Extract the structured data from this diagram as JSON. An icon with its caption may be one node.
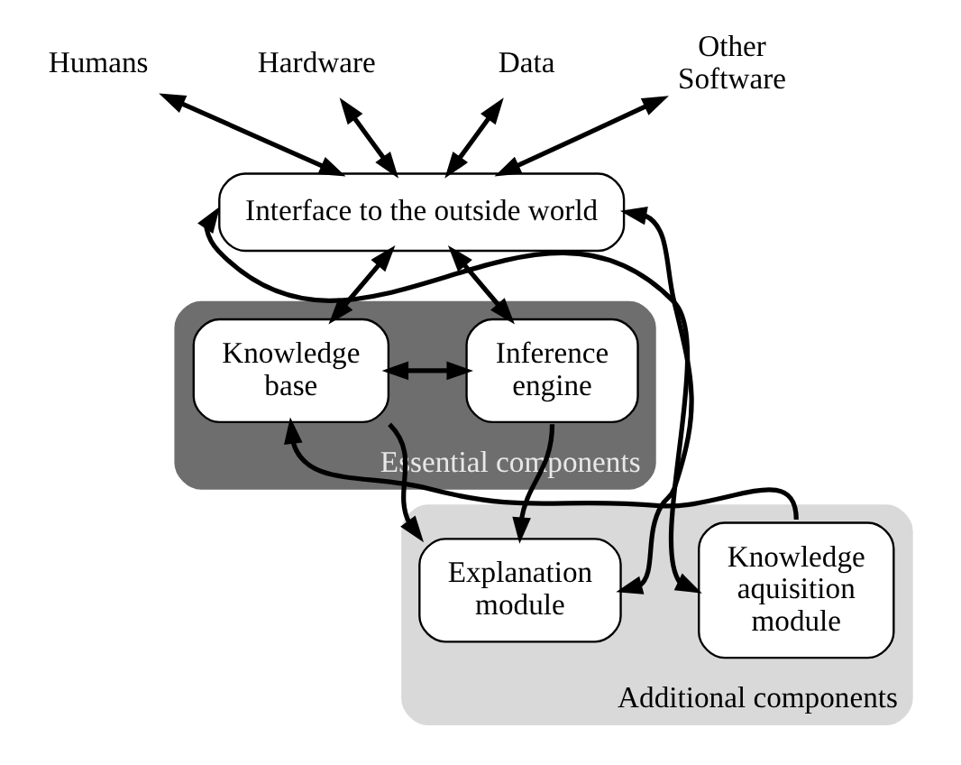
{
  "diagram": {
    "nodes": [
      {
        "text": [
          "Humans"
        ]
      },
      {
        "text": [
          "Hardware"
        ]
      },
      {
        "text": [
          "Data"
        ]
      },
      {
        "text": [
          "Other Software"
        ]
      },
      {
        "text": [
          "Interface to the outside world"
        ]
      },
      {
        "text": [
          "Essential components"
        ]
      },
      {
        "text": [
          "Knowledge base"
        ],
        "in": 5
      },
      {
        "text": [
          "Inference engine"
        ],
        "in": 5
      },
      {
        "text": [
          "Additional components"
        ]
      },
      {
        "text": [
          "Knowledge aquisition module"
        ],
        "in": 8
      },
      {
        "text": [
          "Explanation module"
        ],
        "in": 8
      }
    ],
    "edges": [
      {
        "from": 0,
        "to": 4,
        "arrow": "both"
      },
      {
        "from": 1,
        "to": 4,
        "arrow": "both"
      },
      {
        "from": 2,
        "to": 4,
        "arrow": "both"
      },
      {
        "from": 3,
        "to": 4,
        "arrow": "both"
      },
      {
        "from": 4,
        "to": 6,
        "arrow": "both"
      },
      {
        "from": 4,
        "to": 7,
        "arrow": "both"
      },
      {
        "from": 6,
        "to": 7,
        "arrow": "both"
      },
      {
        "from": 6,
        "to": 10,
        "arrow": "to"
      },
      {
        "from": 7,
        "to": 10,
        "arrow": "to"
      },
      {
        "from": 9,
        "to": 6,
        "arrow": "to"
      },
      {
        "from": 4,
        "to": 9,
        "arrow": "both"
      },
      {
        "from": 4,
        "to": 10,
        "arrow": "both"
      }
    ]
  }
}
